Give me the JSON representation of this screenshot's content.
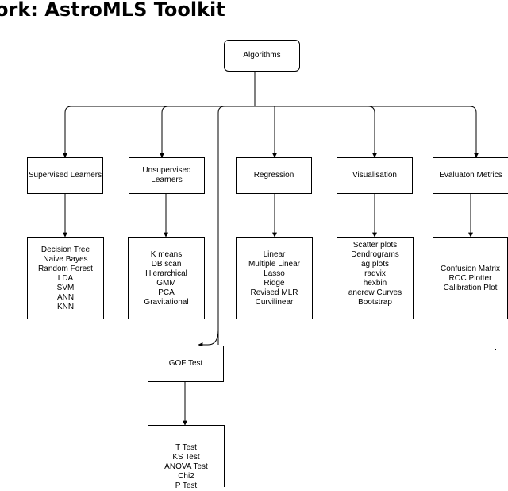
{
  "title": "ork: AstroMLS Toolkit",
  "root": {
    "label": "Algorithms"
  },
  "categories": [
    {
      "label": "Supervised Learners"
    },
    {
      "label": "Unsupervised Learners"
    },
    {
      "label": "Regression"
    },
    {
      "label": "Visualisation"
    },
    {
      "label": "Evaluaton Metrics"
    }
  ],
  "lists": [
    {
      "items": [
        "Decision Tree",
        "Naive Bayes",
        "Random Forest",
        "LDA",
        "SVM",
        "ANN",
        "KNN"
      ]
    },
    {
      "items": [
        "K means",
        "DB scan",
        "Hierarchical",
        "GMM",
        "PCA",
        "Gravitational"
      ]
    },
    {
      "items": [
        "Linear",
        "Multiple Linear",
        "Lasso",
        "Ridge",
        "Revised MLR",
        "Curvilinear"
      ]
    },
    {
      "items": [
        "Scatter plots",
        "Dendrograms",
        "ag plots",
        "radvix",
        "hexbin",
        "anerew Curves",
        "Bootstrap"
      ]
    },
    {
      "items": [
        "Confusion Matrix",
        "ROC Plotter",
        "Calibration Plot"
      ]
    }
  ],
  "gof": {
    "label": "GOF Test"
  },
  "tests": {
    "items": [
      "T Test",
      "KS Test",
      "ANOVA Test",
      "Chi2",
      "P Test"
    ]
  }
}
